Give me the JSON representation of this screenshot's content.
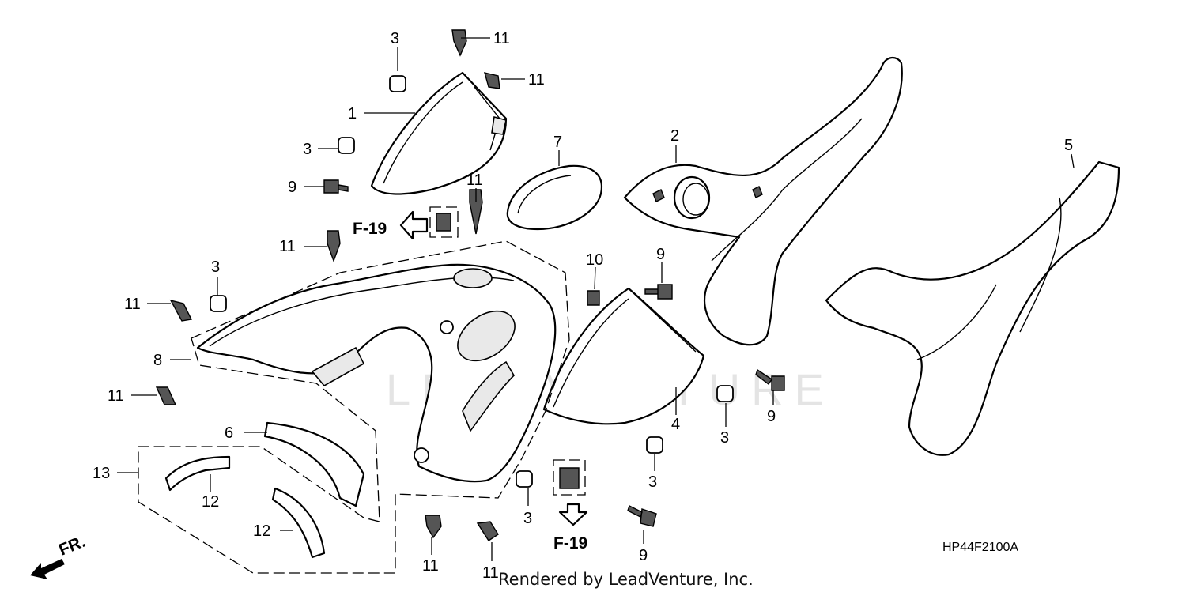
{
  "diagram": {
    "diagram_code": "HP44F2100A",
    "watermark": "LEADVENTURE",
    "credit": "Rendered by LeadVenture, Inc.",
    "ref_label": "F-19",
    "front_label": "FR.",
    "callouts": {
      "c3a": "3",
      "c11a": "11",
      "c11b": "11",
      "c1": "1",
      "c3b": "3",
      "c9a": "9",
      "c11c": "11",
      "c7": "7",
      "c2": "2",
      "c5": "5",
      "c11d": "11",
      "c3c": "3",
      "c10": "10",
      "c9b": "9",
      "c11e": "11",
      "c8": "8",
      "c11f": "11",
      "c4": "4",
      "c3d": "3",
      "c9c": "9",
      "c6": "6",
      "c13": "13",
      "c12a": "12",
      "c12b": "12",
      "c3e": "3",
      "c3f": "3",
      "c9d": "9",
      "c11g": "11",
      "c11h": "11"
    }
  }
}
